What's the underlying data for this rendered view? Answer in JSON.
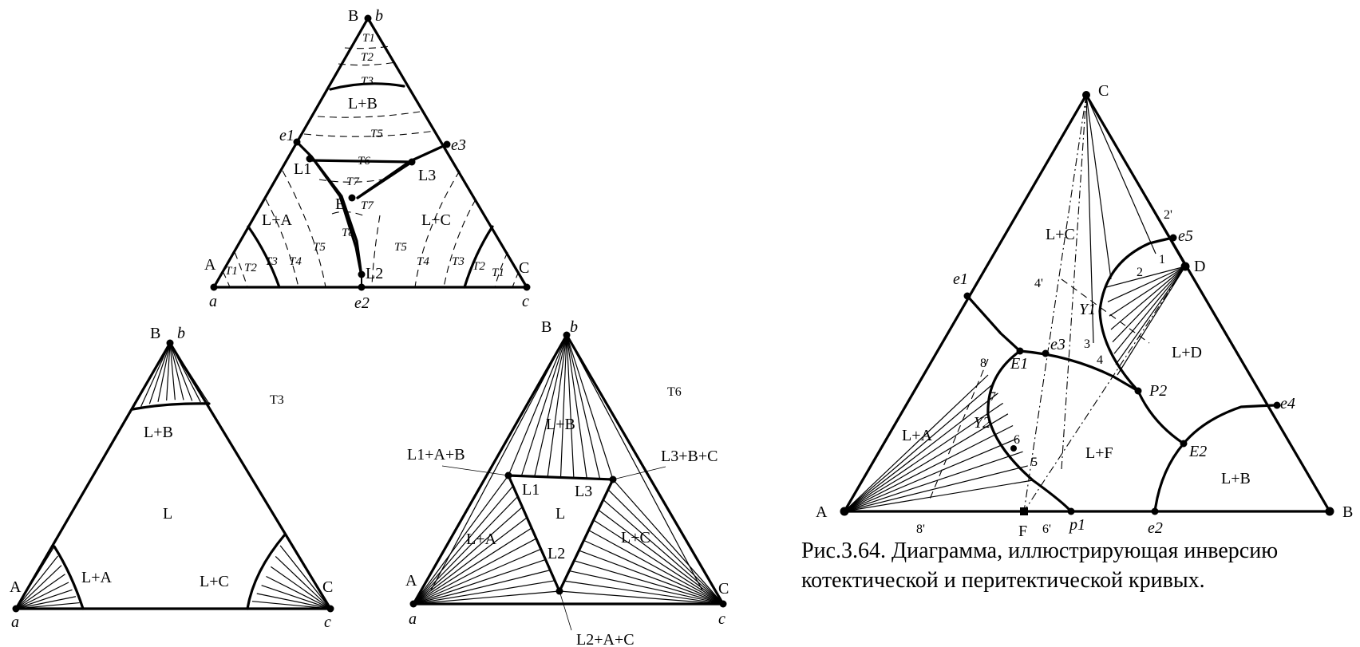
{
  "figure_top": {
    "vertex_labels": {
      "A": "A",
      "B": "B",
      "C": "C",
      "a": "a",
      "b": "b",
      "c": "c"
    },
    "points": {
      "e1": "e1",
      "e2": "e2",
      "e3": "e3",
      "L1": "L1",
      "L2": "L2",
      "L3": "L3",
      "E": "E"
    },
    "regions": {
      "LB": "L+B",
      "LA": "L+A",
      "LC": "L+C"
    },
    "isotherms": [
      "T1",
      "T2",
      "T3",
      "T4",
      "T5",
      "T6",
      "T7",
      "T8"
    ]
  },
  "figure_t3": {
    "title": "T3",
    "vertex_labels": {
      "A": "A",
      "B": "B",
      "C": "C",
      "a": "a",
      "b": "b",
      "c": "c"
    },
    "regions": {
      "L": "L",
      "LA": "L+A",
      "LB": "L+B",
      "LC": "L+C"
    }
  },
  "figure_t6": {
    "title": "T6",
    "vertex_labels": {
      "A": "A",
      "B": "B",
      "C": "C",
      "a": "a",
      "b": "b",
      "c": "c"
    },
    "regions": {
      "L": "L",
      "LA": "L+A",
      "LB": "L+B",
      "LC": "L+C"
    },
    "points": {
      "L1": "L1",
      "L2": "L2",
      "L3": "L3"
    },
    "triangles": {
      "L1AB": "L1+A+B",
      "L3BC": "L3+B+C",
      "L2AC": "L2+A+C"
    }
  },
  "figure_right": {
    "vertex_labels": {
      "A": "A",
      "B": "B",
      "C": "C",
      "D": "D",
      "F": "F"
    },
    "points": {
      "e1": "e1",
      "e2": "e2",
      "e3": "e3",
      "e4": "e4",
      "e5": "e5",
      "E1": "E1",
      "E2": "E2",
      "P2": "P2",
      "p1": "p1",
      "Y1": "Y1",
      "Y2": "Y2"
    },
    "regions": {
      "LC": "L+C",
      "LD": "L+D",
      "LA": "L+A",
      "LF": "L+F",
      "LB": "L+B"
    },
    "numbers": [
      "1",
      "2",
      "2'",
      "3",
      "4",
      "4'",
      "5",
      "6",
      "6'",
      "7",
      "8",
      "8'"
    ]
  },
  "caption": {
    "line1": "Рис.3.64. Диаграмма, иллюстрирующая инверсию",
    "line2": "котектической и перитектической кривых."
  }
}
